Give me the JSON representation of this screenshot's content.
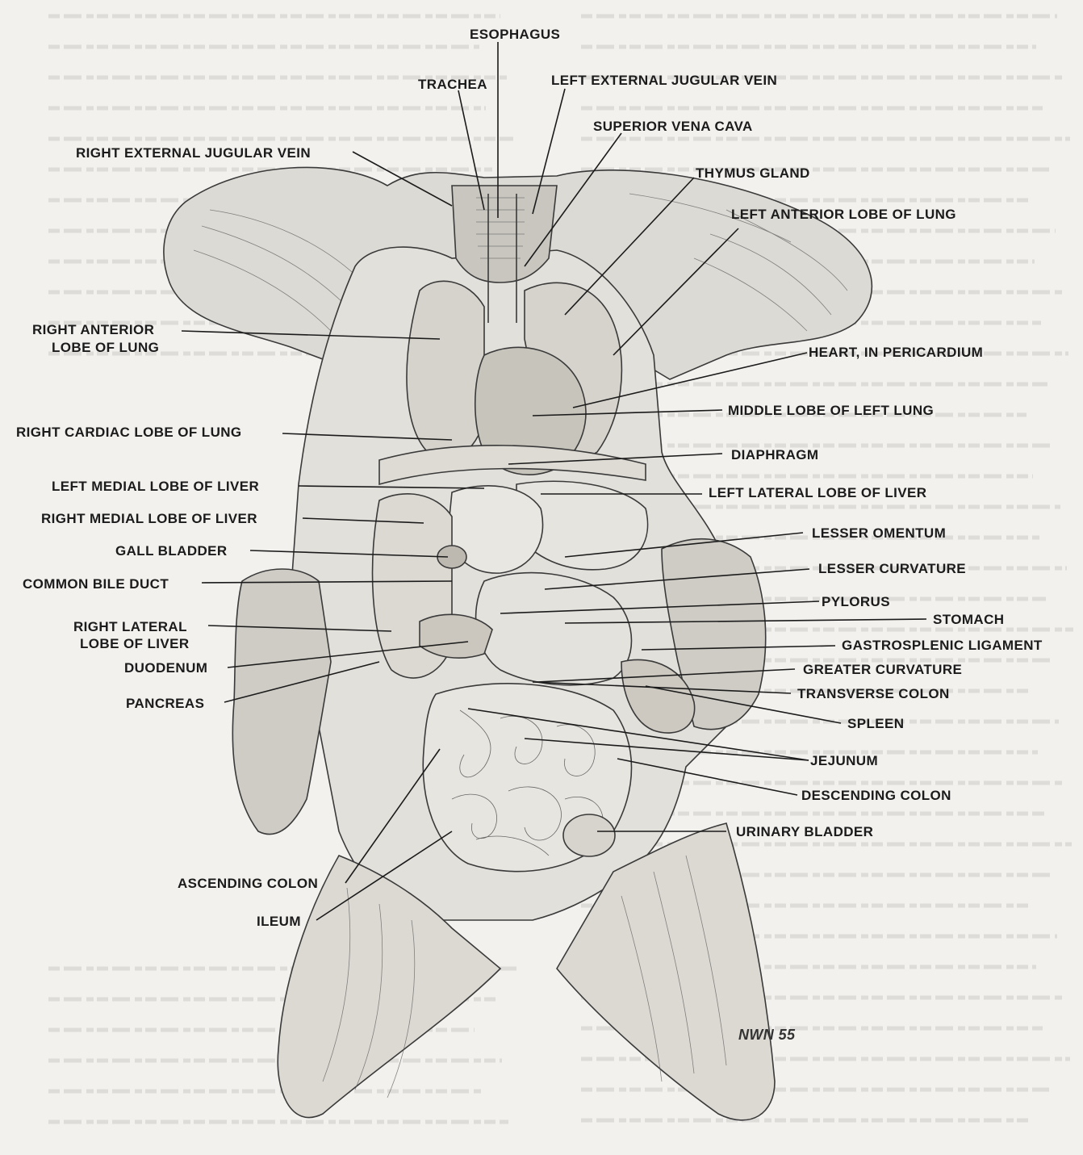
{
  "labels": {
    "esophagus": "ESOPHAGUS",
    "trachea": "TRACHEA",
    "left_external_jugular_vein": "LEFT EXTERNAL JUGULAR VEIN",
    "superior_vena_cava": "SUPERIOR VENA CAVA",
    "right_external_jugular_vein": "RIGHT EXTERNAL JUGULAR VEIN",
    "thymus_gland": "THYMUS GLAND",
    "left_anterior_lobe_of_lung": "LEFT ANTERIOR LOBE OF LUNG",
    "right_anterior_lobe_line1": "RIGHT ANTERIOR",
    "right_anterior_lobe_line2": "LOBE OF LUNG",
    "heart_in_pericardium": "HEART, IN PERICARDIUM",
    "middle_lobe_of_left_lung": "MIDDLE LOBE OF LEFT LUNG",
    "right_cardiac_lobe_of_lung": "RIGHT CARDIAC LOBE OF LUNG",
    "diaphragm": "DIAPHRAGM",
    "left_medial_lobe_of_liver": "LEFT MEDIAL LOBE OF LIVER",
    "left_lateral_lobe_of_liver": "LEFT LATERAL LOBE OF LIVER",
    "right_medial_lobe_of_liver": "RIGHT MEDIAL LOBE OF LIVER",
    "lesser_omentum": "LESSER OMENTUM",
    "gall_bladder": "GALL BLADDER",
    "lesser_curvature": "LESSER CURVATURE",
    "common_bile_duct": "COMMON BILE DUCT",
    "pylorus": "PYLORUS",
    "right_lateral_lobe_line1": "RIGHT LATERAL",
    "right_lateral_lobe_line2": "LOBE OF LIVER",
    "stomach": "STOMACH",
    "gastrosplenic_ligament": "GASTROSPLENIC LIGAMENT",
    "duodenum": "DUODENUM",
    "greater_curvature": "GREATER CURVATURE",
    "transverse_colon": "TRANSVERSE COLON",
    "pancreas": "PANCREAS",
    "spleen": "SPLEEN",
    "jejunum": "JEJUNUM",
    "descending_colon": "DESCENDING COLON",
    "urinary_bladder": "URINARY BLADDER",
    "ascending_colon": "ASCENDING COLON",
    "ileum": "ILEUM"
  },
  "signature": "NWN 55",
  "colors": {
    "ink": "#1b1b1b",
    "paper": "#f2f1ee",
    "tissue": "#d9d7d2",
    "tissue_dark": "#a9a6a0",
    "bleed_text": "#b9b7b2"
  }
}
